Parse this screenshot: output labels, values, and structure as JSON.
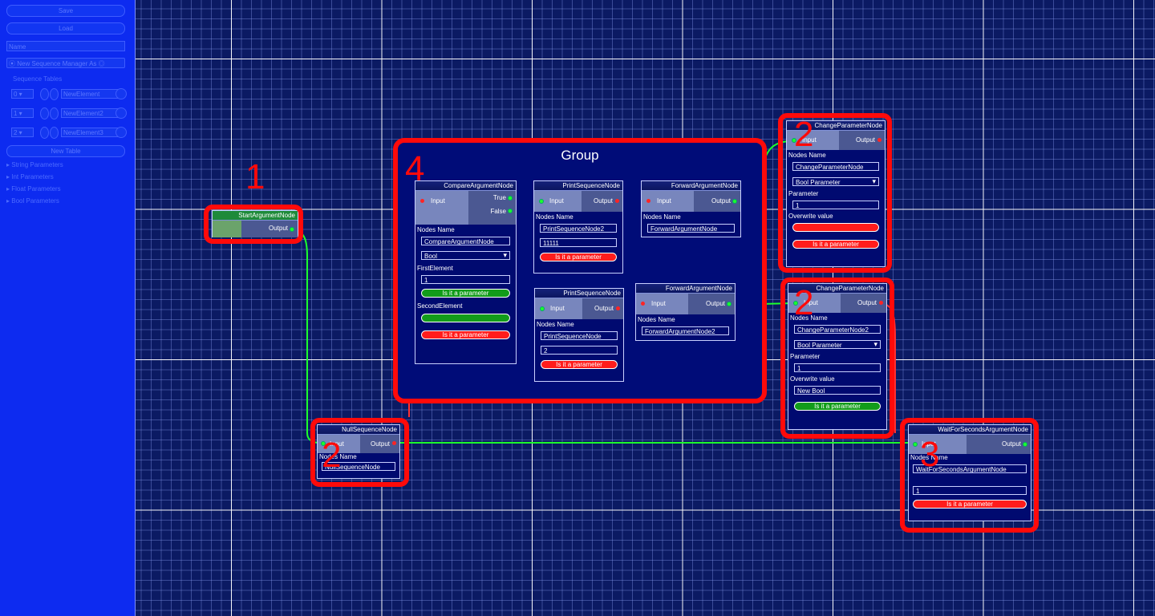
{
  "sidebar": {
    "save": "Save",
    "load": "Load",
    "name_field": "Name",
    "manager_field": "New Sequence Manager As",
    "tables_label": "Sequence Tables",
    "rows": [
      {
        "index": "0",
        "value": "NewElement"
      },
      {
        "index": "1",
        "value": "NewElement2"
      },
      {
        "index": "2",
        "value": "NewElement3"
      }
    ],
    "new_table": "New Table",
    "sections": [
      "String Parameters",
      "Int Parameters",
      "Float Parameters",
      "Bool Parameters"
    ]
  },
  "labels": {
    "input": "Input",
    "output": "Output",
    "true": "True",
    "false": "False",
    "nodes_name": "Nodes Name",
    "is_param": "Is it a parameter",
    "parameter": "Parameter",
    "overwrite": "Overwrite value",
    "first_element": "FirstElement",
    "second_element": "SecondElement"
  },
  "group": {
    "title": "Group"
  },
  "nodes": {
    "start": {
      "title": "StartArgumentNode"
    },
    "compare": {
      "title": "CompareArgumentNode",
      "name": "CompareArgumentNode",
      "type": "Bool",
      "first_value": "1"
    },
    "print1": {
      "title": "PrintSequenceNode",
      "name": "PrintSequenceNode2",
      "value": "11111"
    },
    "forward1": {
      "title": "ForwardArgumentNode",
      "name": "ForwardArgumentNode"
    },
    "print2": {
      "title": "PrintSequenceNode",
      "name": "PrintSequenceNode",
      "value": "2"
    },
    "forward2": {
      "title": "ForwardArgumentNode",
      "name": "ForwardArgumentNode2"
    },
    "change1": {
      "title": "ChangeParameterNode",
      "name": "ChangeParameterNode",
      "type": "Bool Parameter",
      "parameter": "1"
    },
    "change2": {
      "title": "ChangeParameterNode",
      "name": "ChangeParameterNode2",
      "type": "Bool Parameter",
      "parameter": "1",
      "overwrite": "New Bool"
    },
    "null": {
      "title": "NullSequenceNode",
      "name": "NullSequenceNode"
    },
    "wait": {
      "title": "WaitForSecondsArgumentNode",
      "name": "WaitForSecondsArgumentNode",
      "seconds": "1"
    }
  },
  "annotations": {
    "n1": "1",
    "n2a": "2",
    "n2b": "2",
    "n2c": "2",
    "n3": "3",
    "n4": "4"
  },
  "colors": {
    "highlight": "#ff0a0a",
    "wire_active": "#1cff2c",
    "wire_inactive": "#ff3030",
    "sidebar": "#0d2bf0",
    "canvas": "#0b1a63"
  }
}
